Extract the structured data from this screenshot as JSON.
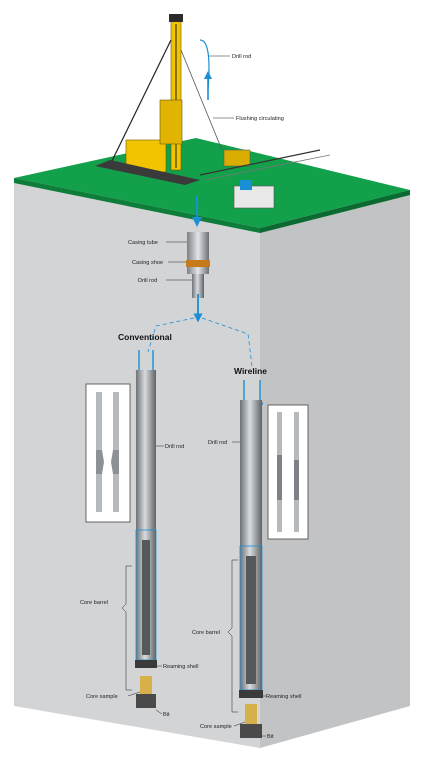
{
  "diagram": {
    "labels": {
      "drill_rod_top": "Drill rod",
      "flushing": "Flushing circulating",
      "casing_tube": "Casing tube",
      "casing_shoe": "Casing shoe",
      "drill_rod_surface": "Drill rod",
      "conventional_title": "Conventional",
      "wireline_title": "Wireline",
      "conv_drill_rod": "Drill rod",
      "conv_core_barrel": "Core  barrel",
      "conv_reaming_shell": "Reaming shell",
      "conv_core_sample": "Core sample",
      "conv_bit": "Bit",
      "wire_drill_rod": "Drill rod",
      "wire_core_barrel": "Core  barrel",
      "wire_reaming_shell": "Reaming shell",
      "wire_core_sample": "Core sample",
      "wire_bit": "Bit"
    },
    "colors": {
      "ground": "#12a04a",
      "soil": "#d8d9db",
      "soil_side": "#c7c8ca",
      "rig": "#f2c400",
      "arrow": "#1a8fd6",
      "rod": "#9ea3a8"
    }
  }
}
